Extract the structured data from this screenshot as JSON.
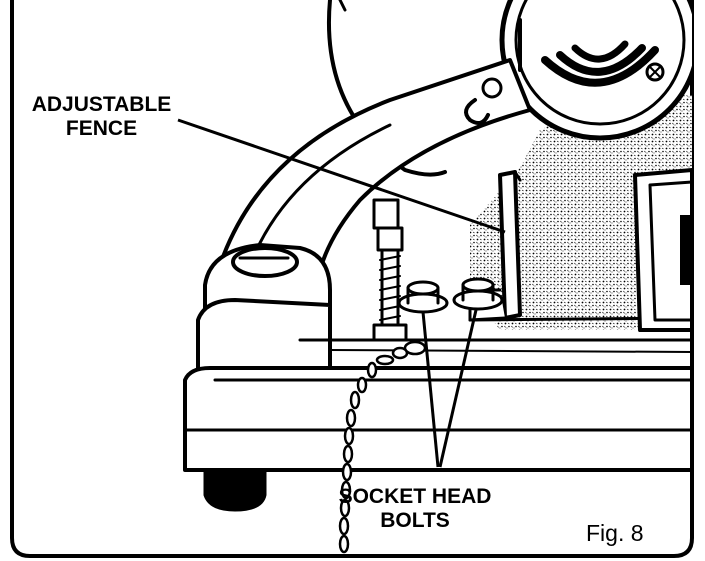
{
  "labels": {
    "fence_line1": "ADJUSTABLE",
    "fence_line2": "FENCE",
    "bolts_line1": "SOCKET HEAD",
    "bolts_line2": "BOLTS",
    "figure": "Fig. 8"
  },
  "colors": {
    "ink": "#000000",
    "paper": "#ffffff",
    "stipple": "#8a8a8a"
  }
}
